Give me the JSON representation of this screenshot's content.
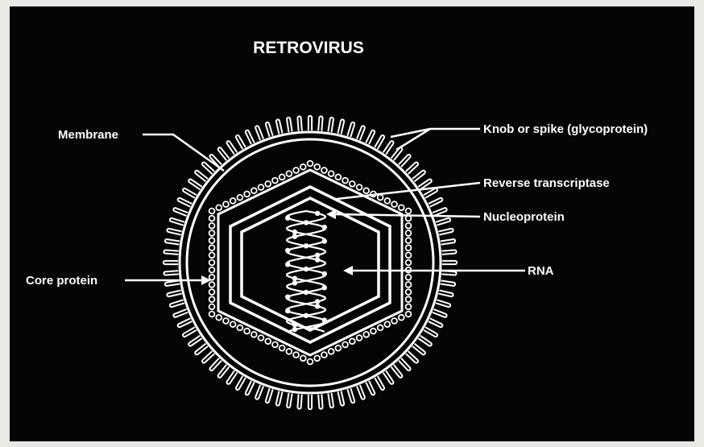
{
  "title": "RETROVIRUS",
  "labels": {
    "membrane": "Membrane",
    "knob": "Knob or spike (glycoprotein)",
    "reverse_transcriptase": "Reverse transcriptase",
    "nucleoprotein": "Nucleoprotein",
    "core_protein": "Core protein",
    "rna": "RNA"
  },
  "colors": {
    "background": "#050505",
    "ink": "#ffffff"
  }
}
